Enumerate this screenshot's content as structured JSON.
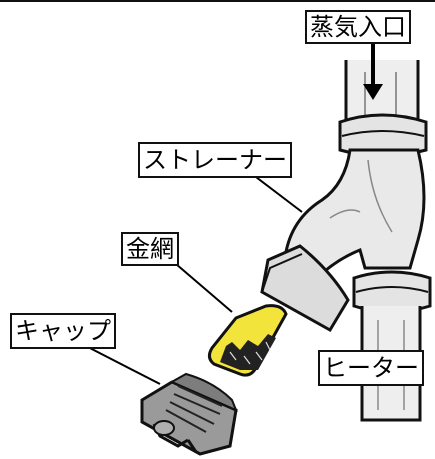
{
  "labels": {
    "steam_inlet": "蒸気入口",
    "strainer": "ストレーナー",
    "wire_mesh": "金網",
    "cap": "キャップ",
    "heater": "ヒーター"
  },
  "colors": {
    "outline": "#111111",
    "pipe_fill": "#e9e9e9",
    "mesh_fill": "#f2e43a",
    "cap_fill": "#9a9a9a",
    "background": "#ffffff"
  }
}
